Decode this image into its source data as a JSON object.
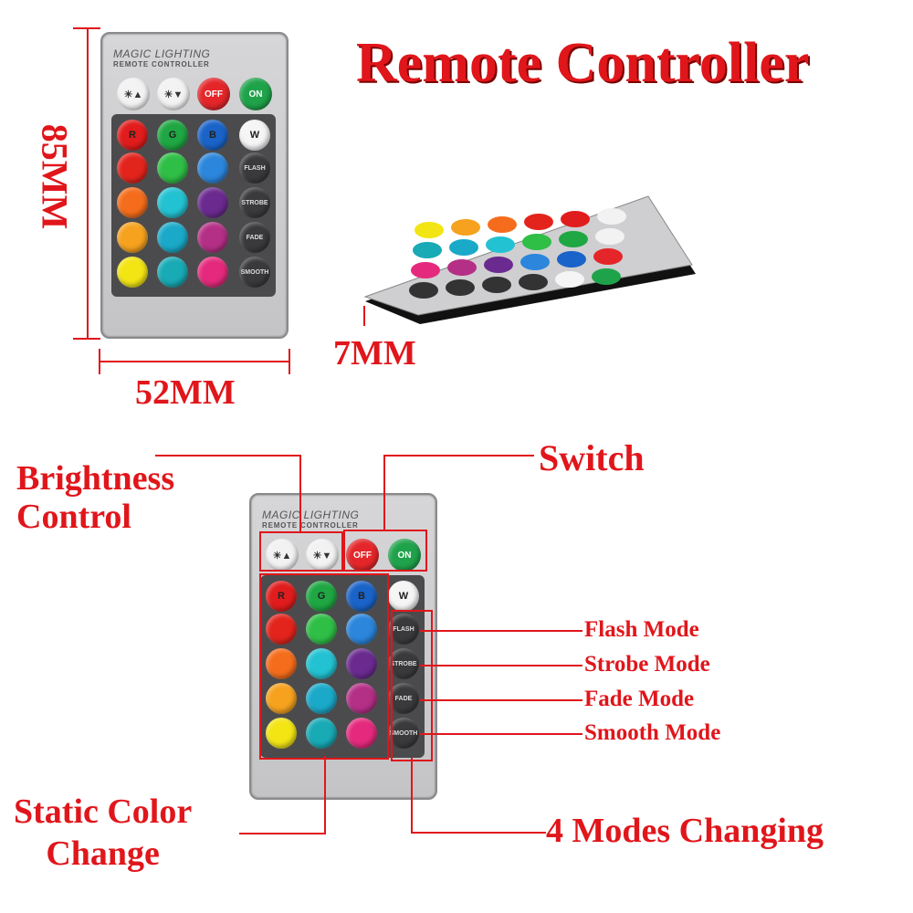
{
  "title": "Remote Controller",
  "dimensions": {
    "height": "85MM",
    "width": "52MM",
    "thickness": "7MM"
  },
  "remote": {
    "brand_line1": "MAGIC LIGHTING",
    "brand_line2": "REMOTE CONTROLLER",
    "top_row": [
      {
        "label": "",
        "icon": "brightness-up-icon",
        "color": "#f2f2f2"
      },
      {
        "label": "",
        "icon": "brightness-down-icon",
        "color": "#f2f2f2"
      },
      {
        "label": "OFF",
        "icon": "power-off-icon",
        "color": "#e4262a"
      },
      {
        "label": "ON",
        "icon": "power-on-icon",
        "color": "#1fa34a"
      }
    ],
    "rgbw_row": [
      {
        "label": "R",
        "color": "#e11c1c"
      },
      {
        "label": "G",
        "color": "#1fa743"
      },
      {
        "label": "B",
        "color": "#1a63c8"
      },
      {
        "label": "W",
        "color": "#f5f5f5"
      }
    ],
    "color_grid": [
      [
        "#e3241c",
        "#2fbe46",
        "#2b86dc"
      ],
      [
        "#f56d1c",
        "#23c2d2",
        "#6a2a8f"
      ],
      [
        "#f6a21e",
        "#1aa9c9",
        "#b42f86"
      ],
      [
        "#f3e514",
        "#18aab5",
        "#e52a7d"
      ]
    ],
    "modes": [
      "FLASH",
      "STROBE",
      "FADE",
      "SMOOTH"
    ]
  },
  "annotations": {
    "brightness": "Brightness\nControl",
    "switch": "Switch",
    "flash": "Flash Mode",
    "strobe": "Strobe Mode",
    "fade": "Fade Mode",
    "smooth": "Smooth Mode",
    "static_color": "Static Color\nChange",
    "modes_changing": "4 Modes Changing"
  }
}
